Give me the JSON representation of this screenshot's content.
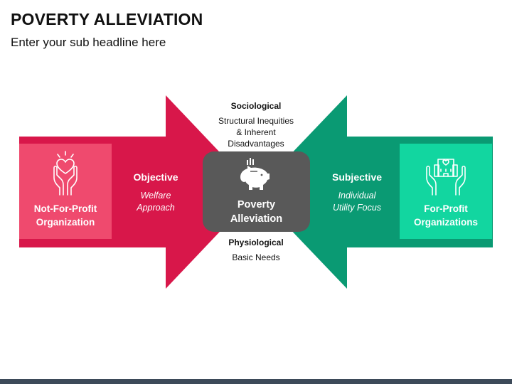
{
  "header": {
    "title": "POVERTY ALLEVIATION",
    "subtitle": "Enter your sub headline here"
  },
  "colors": {
    "left_arrow": "#d8174a",
    "left_box": "#ef4a6e",
    "right_arrow": "#0a9a73",
    "right_box": "#12d6a0",
    "center": "#595959",
    "bottom_bar": "#3d4a59"
  },
  "left": {
    "box_label_line1": "Not-For-Profit",
    "box_label_line2": "Organization",
    "heading": "Objective",
    "desc_line1": "Welfare",
    "desc_line2": "Approach",
    "icon": "hands-heart-icon"
  },
  "right": {
    "box_label_line1": "For-Profit",
    "box_label_line2": "Organizations",
    "heading": "Subjective",
    "desc_line1": "Individual",
    "desc_line2": "Utility Focus",
    "icon": "hands-building-icon"
  },
  "center": {
    "label_line1": "Poverty",
    "label_line2": "Alleviation",
    "icon": "piggy-bank-icon"
  },
  "top_note": {
    "heading": "Sociological",
    "line1": "Structural Inequities",
    "line2": "& Inherent",
    "line3": "Disadvantages"
  },
  "bottom_note": {
    "heading": "Physiological",
    "line1": "Basic Needs"
  }
}
